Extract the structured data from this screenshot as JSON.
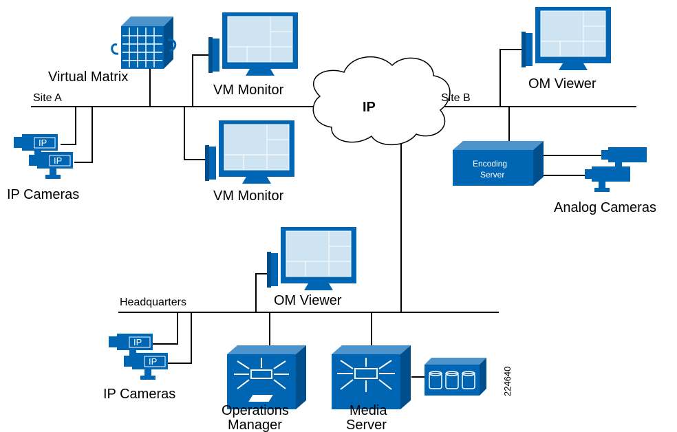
{
  "diagram": {
    "cloud_label": "IP",
    "site_a_label": "Site A",
    "site_b_label": "Site B",
    "hq_label": "Headquarters",
    "virtual_matrix_label": "Virtual Matrix",
    "vm_monitor_top_label": "VM Monitor",
    "vm_monitor_bottom_label": "VM Monitor",
    "ip_cameras_site_a_label": "IP Cameras",
    "ip_cameras_hq_label": "IP Cameras",
    "om_viewer_site_b_label": "OM Viewer",
    "om_viewer_hq_label": "OM Viewer",
    "encoding_server_line1": "Encoding",
    "encoding_server_line2": "Server",
    "analog_cameras_label": "Analog Cameras",
    "operations_manager_line1": "Operations",
    "operations_manager_line2": "Manager",
    "media_server_line1": "Media",
    "media_server_line2": "Server",
    "camera_tag": "IP",
    "figure_id": "224640"
  },
  "colors": {
    "device_blue": "#0066b3",
    "screen_fill": "#cfe4f2",
    "line": "#000000"
  }
}
